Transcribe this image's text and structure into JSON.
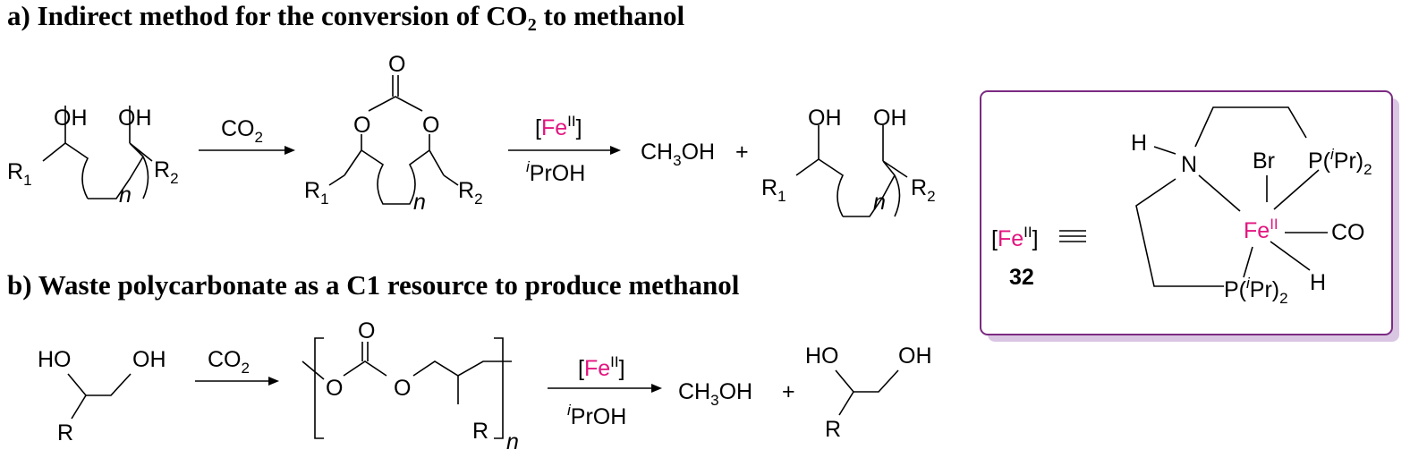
{
  "headings": {
    "a_prefix": "a) Indirect method for the conversion of CO",
    "a_sub": "2",
    "a_suffix": " to methanol",
    "b": "b) Waste polycarbonate as a C1 resource to produce methanol"
  },
  "scheme_a": {
    "reactant": {
      "oh1": "OH",
      "oh2": "OH",
      "r1": "R",
      "r1_sub": "1",
      "r2": "R",
      "r2_sub": "2",
      "n": "n"
    },
    "arrow1": {
      "reagent": "CO",
      "reagent_sub": "2"
    },
    "carbonate": {
      "o_top": "O",
      "o_left": "O",
      "o_right": "O",
      "r1": "R",
      "r1_sub": "1",
      "r2": "R",
      "r2_sub": "2",
      "n": "n"
    },
    "arrow2": {
      "cat_open": "[Fe",
      "cat_ox": "II",
      "cat_close": "]",
      "solvent_sup": "i",
      "solvent": "PrOH"
    },
    "methanol": {
      "ch": "CH",
      "sub": "3",
      "oh": "OH"
    },
    "plus": "+",
    "product": {
      "oh1": "OH",
      "oh2": "OH",
      "r1": "R",
      "r1_sub": "1",
      "r2": "R",
      "r2_sub": "2",
      "n": "n"
    }
  },
  "scheme_b": {
    "reactant": {
      "ho": "HO",
      "oh": "OH",
      "r": "R"
    },
    "arrow1": {
      "reagent": "CO",
      "reagent_sub": "2"
    },
    "polymer": {
      "o_top": "O",
      "o_left": "O",
      "o_right": "O",
      "r": "R",
      "n": "n"
    },
    "arrow2": {
      "cat_open": "[Fe",
      "cat_ox": "II",
      "cat_close": "]",
      "solvent_sup": "i",
      "solvent": "PrOH"
    },
    "methanol": {
      "ch": "CH",
      "sub": "3",
      "oh": "OH"
    },
    "plus": "+",
    "product": {
      "ho": "HO",
      "oh": "OH",
      "r": "R"
    }
  },
  "catalyst_box": {
    "label_open": "[Fe",
    "label_ox": "II",
    "label_close": "]",
    "compound_number": "32",
    "h_nh": "H",
    "n": "N",
    "br": "Br",
    "fe": "Fe",
    "fe_ox": "II",
    "co": "CO",
    "h_fe": "H",
    "p_top": "P(",
    "p_top_i": "i",
    "p_top_rest": "Pr)",
    "p_top_sub": "2",
    "p_bot": "P(",
    "p_bot_i": "i",
    "p_bot_rest": "Pr)",
    "p_bot_sub": "2",
    "border_color": "#7b2b82",
    "shadow_color": "#d9c6e3"
  },
  "colors": {
    "fe_highlight": "#e2157f"
  }
}
